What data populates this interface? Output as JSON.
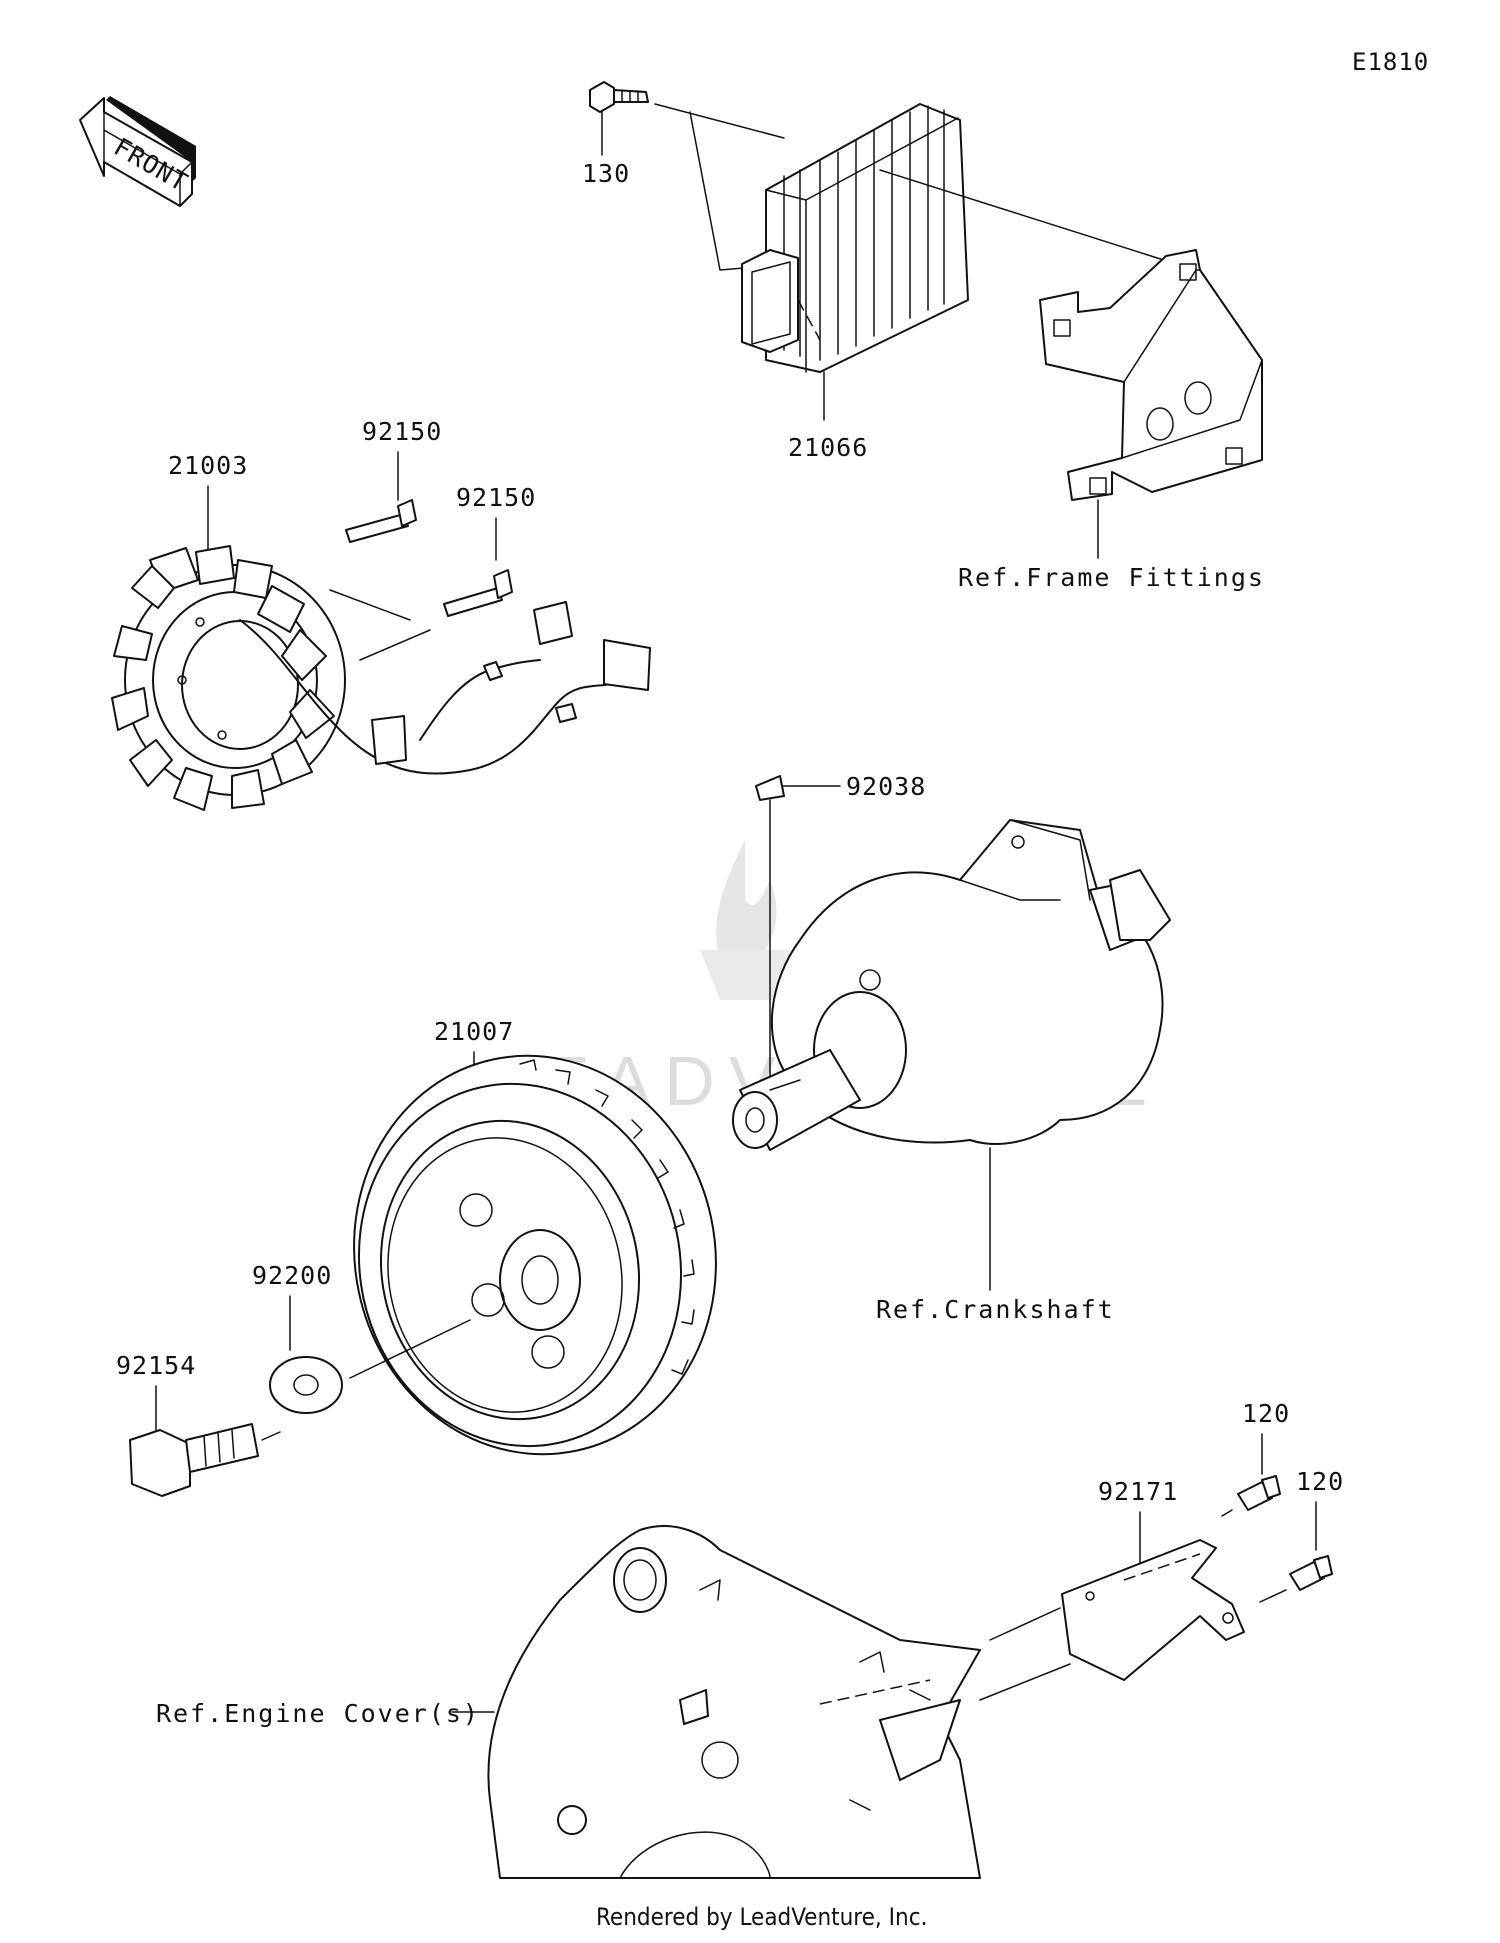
{
  "diagram_id": "E1810",
  "front_marker": "FRONT",
  "watermark": "LEADVENTURE",
  "footer": "Rendered by LeadVenture, Inc.",
  "parts": [
    {
      "number": "130",
      "part": "bolt"
    },
    {
      "number": "21066",
      "part": "regulator"
    },
    {
      "number": "21003",
      "part": "stator"
    },
    {
      "number": "92150",
      "part": "bolt-upper"
    },
    {
      "number": "92150",
      "part": "bolt-lower"
    },
    {
      "number": "92038",
      "part": "key"
    },
    {
      "number": "21007",
      "part": "rotor"
    },
    {
      "number": "92200",
      "part": "washer"
    },
    {
      "number": "92154",
      "part": "bolt"
    },
    {
      "number": "120",
      "part": "screw-upper"
    },
    {
      "number": "120",
      "part": "screw-lower"
    },
    {
      "number": "92171",
      "part": "guard"
    }
  ],
  "references": {
    "frame_fittings": "Ref.Frame Fittings",
    "crankshaft": "Ref.Crankshaft",
    "engine_cover": "Ref.Engine Cover(s)"
  }
}
